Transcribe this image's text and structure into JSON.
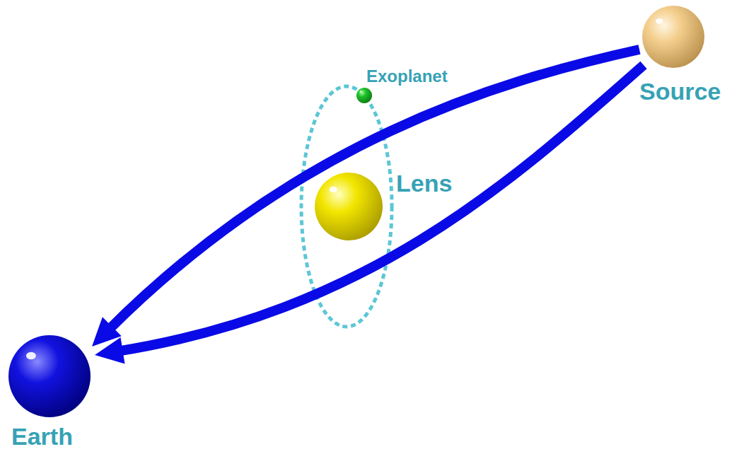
{
  "diagram": {
    "nodes": [
      {
        "text": [
          "Exoplanet"
        ]
      },
      {
        "text": [
          "Source"
        ]
      },
      {
        "text": [
          "Lens"
        ]
      },
      {
        "text": [
          "Earth"
        ]
      }
    ],
    "edges": [
      {
        "from": 1,
        "to": 3,
        "arrow": "to"
      },
      {
        "from": 1,
        "to": 3,
        "arrow": "to"
      }
    ]
  }
}
